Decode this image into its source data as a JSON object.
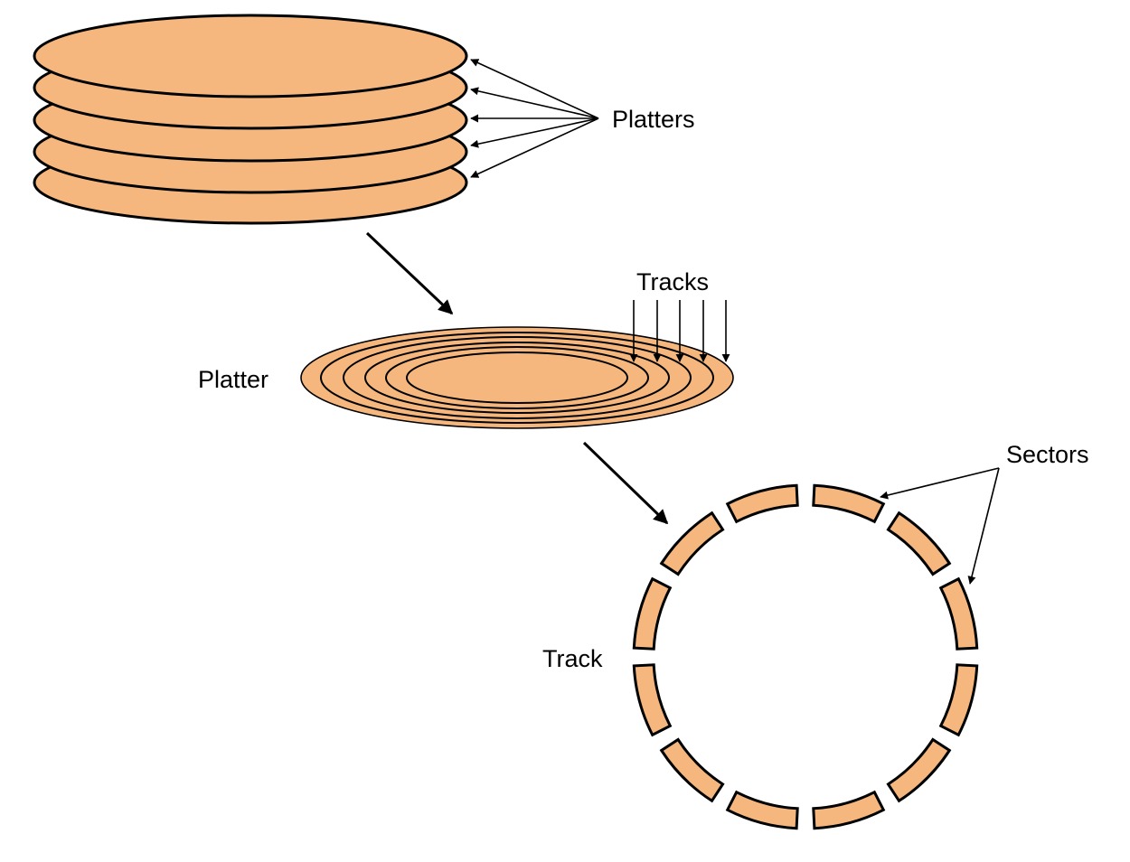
{
  "labels": {
    "platters": "Platters",
    "tracks": "Tracks",
    "platter": "Platter",
    "sectors": "Sectors",
    "track": "Track"
  },
  "colors": {
    "fill": "#F5B77E",
    "stroke": "#000000",
    "background": "#FFFFFF"
  },
  "counts": {
    "platters": 5,
    "tracks": 5,
    "sectors": 12
  }
}
